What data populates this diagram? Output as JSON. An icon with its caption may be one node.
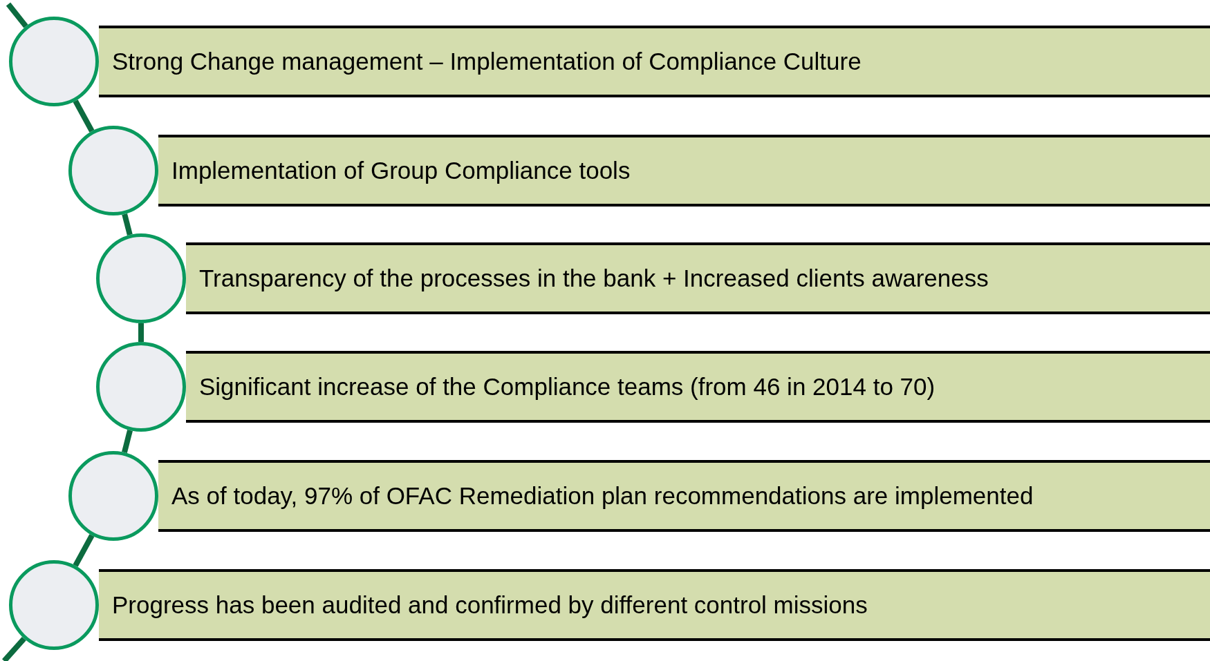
{
  "diagram": {
    "nodes": [
      {
        "text": [],
        "shape": "circle"
      },
      {
        "text": [
          "Strong Change management – Implementation of Compliance Culture"
        ]
      },
      {
        "text": [],
        "shape": "circle"
      },
      {
        "text": [
          "Implementation of Group Compliance tools"
        ]
      },
      {
        "text": [],
        "shape": "circle"
      },
      {
        "text": [
          "Transparency of the processes in the bank + Increased clients awareness"
        ]
      },
      {
        "text": [],
        "shape": "circle"
      },
      {
        "text": [
          "Significant increase of the Compliance teams (from 46 in 2014 to 70)"
        ]
      },
      {
        "text": [],
        "shape": "circle"
      },
      {
        "text": [
          "As of today, 97% of OFAC Remediation plan recommendations are implemented"
        ]
      },
      {
        "text": [],
        "shape": "circle"
      },
      {
        "text": [
          "Progress has been audited and confirmed by different control missions"
        ]
      }
    ],
    "edges": [
      {
        "from": null,
        "to": 0,
        "arrow": "none"
      },
      {
        "from": 0,
        "to": 2,
        "arrow": "none"
      },
      {
        "from": 2,
        "to": 4,
        "arrow": "none"
      },
      {
        "from": 4,
        "to": 6,
        "arrow": "none"
      },
      {
        "from": 6,
        "to": 8,
        "arrow": "none"
      },
      {
        "from": 8,
        "to": 10,
        "arrow": "none"
      },
      {
        "from": 10,
        "to": null,
        "arrow": "none"
      }
    ]
  }
}
